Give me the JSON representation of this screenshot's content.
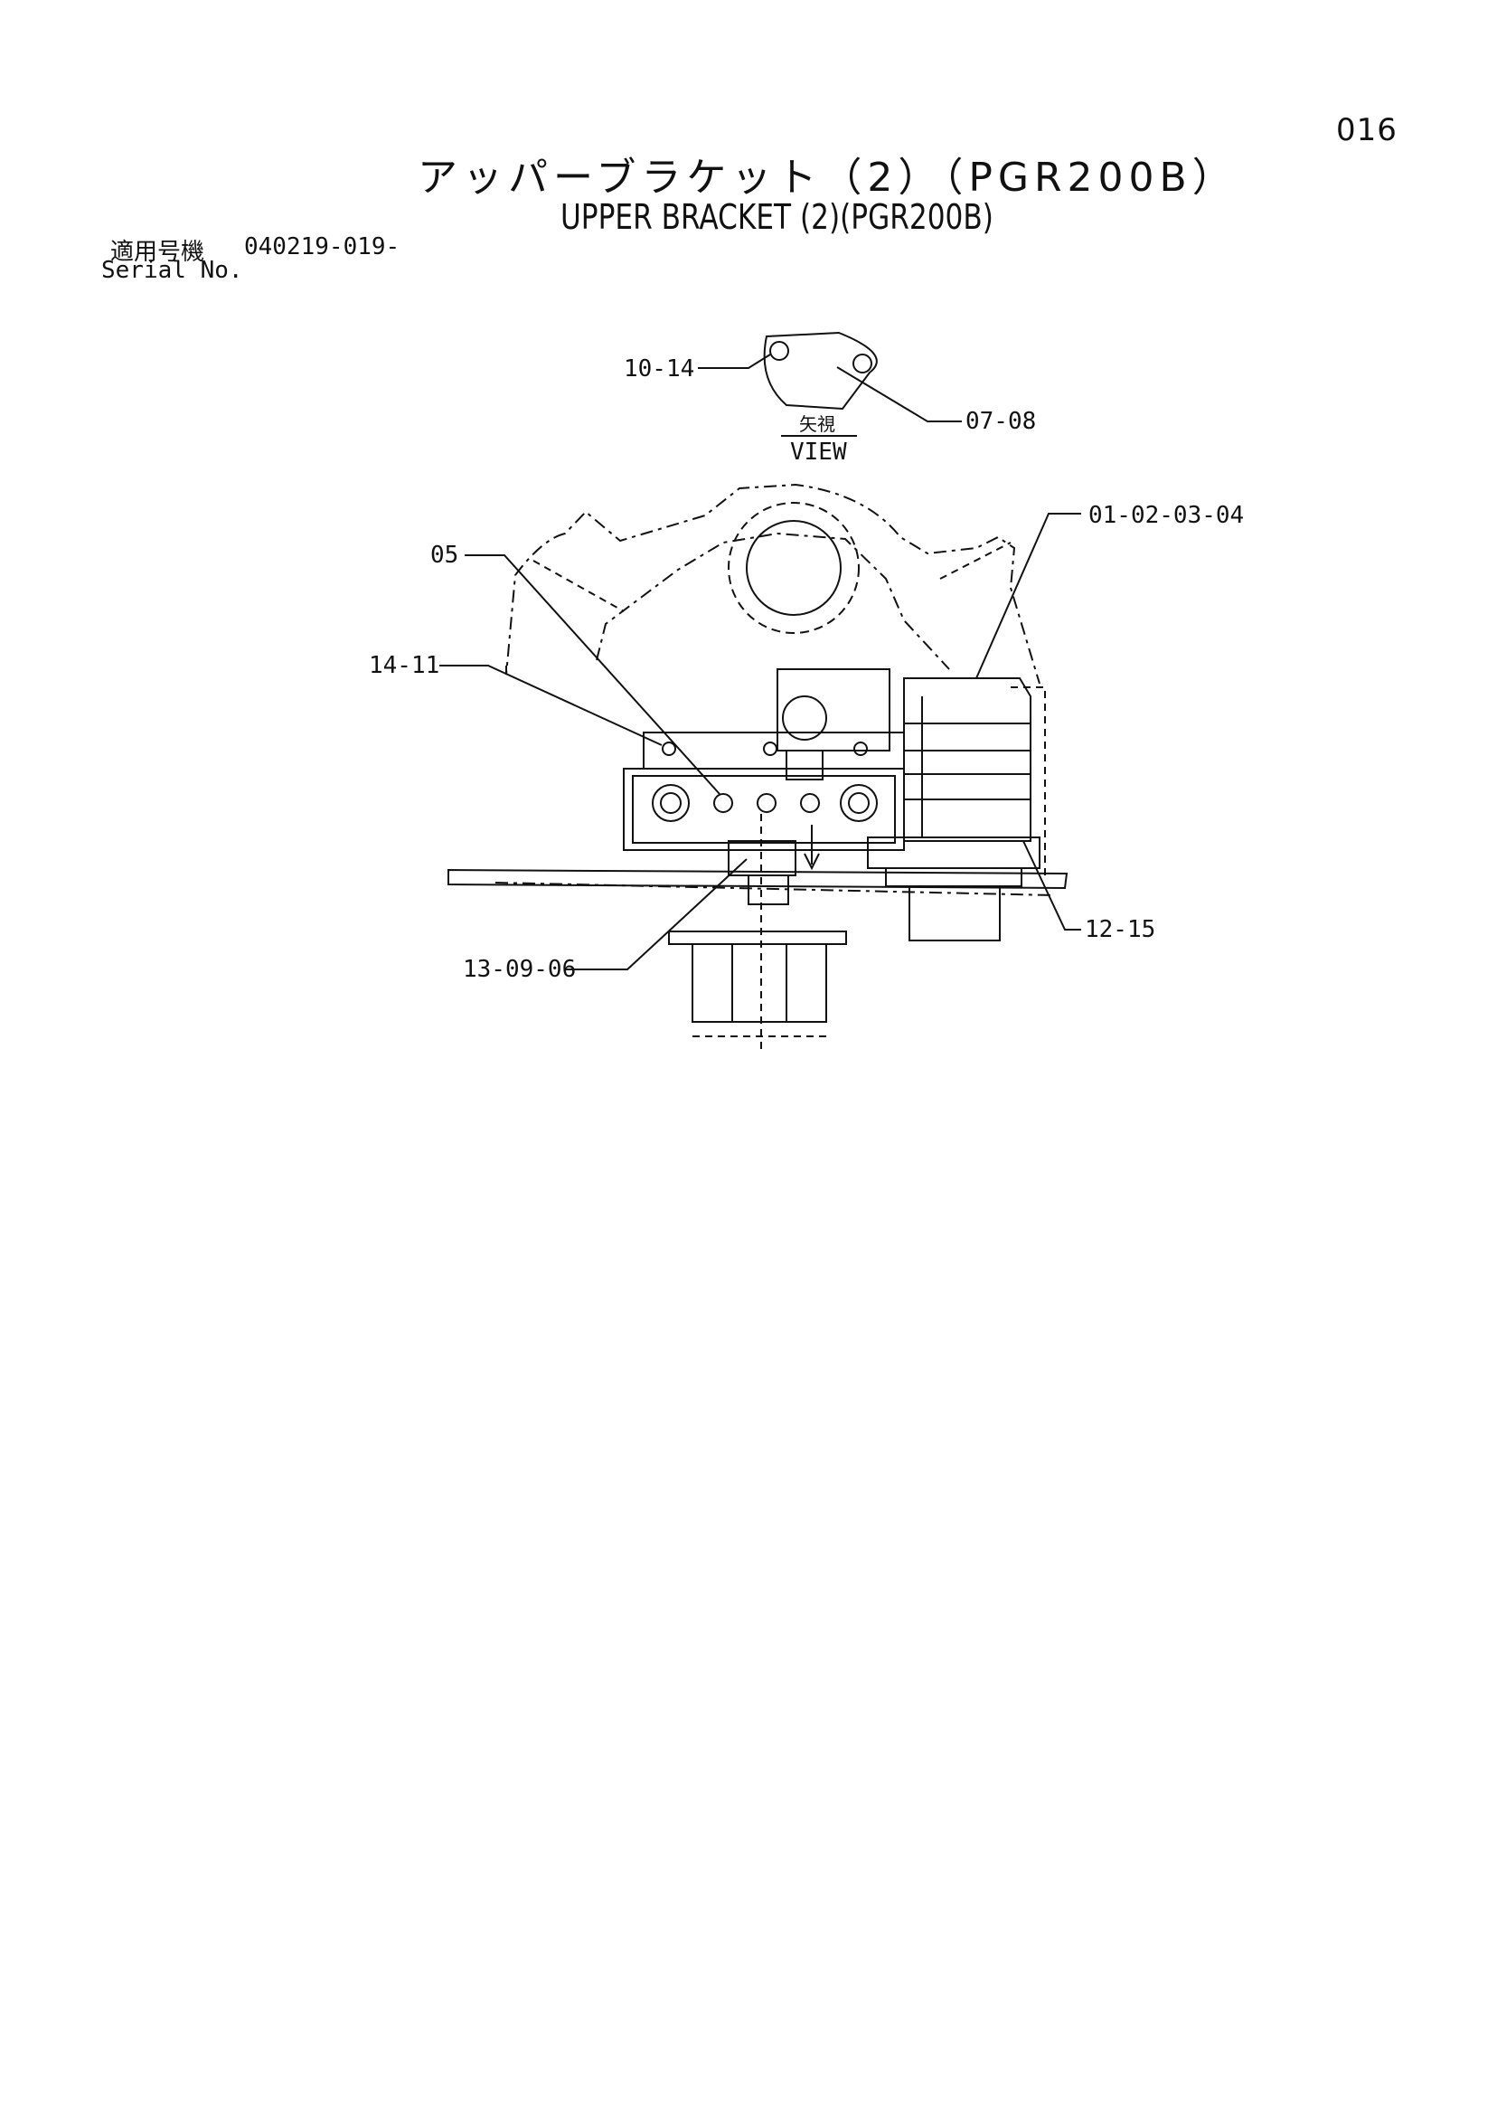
{
  "page_number": "016",
  "title_ja": "アッパーブラケット（2）（PGR200B）",
  "title_en": "UPPER BRACKET (2)(PGR200B)",
  "serial": {
    "label_ja": "適用号機",
    "value": "040219-019-",
    "label_en": "Serial No."
  },
  "view": {
    "label_ja": "矢視",
    "label_en": "VIEW"
  },
  "callouts": {
    "c_10_14": "10-14",
    "c_07_08": "07-08",
    "c_01_02_03_04": "01-02-03-04",
    "c_05": "05",
    "c_14_11": "14-11",
    "c_12_15": "12-15",
    "c_13_09_06": "13-09-06"
  }
}
